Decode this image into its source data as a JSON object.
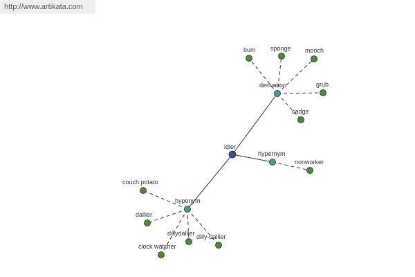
{
  "banner": {
    "url": "http://www.artikata.com"
  },
  "colors": {
    "root": "#3e4f8e",
    "category": "#4e9a9a",
    "leaf": "#4d8a3a",
    "edge": "#333333"
  },
  "graph": {
    "nodes": [
      {
        "id": "idler",
        "label": "idler",
        "kind": "root"
      },
      {
        "id": "derivation",
        "label": "derivation",
        "kind": "category"
      },
      {
        "id": "hypernym",
        "label": "hypernym",
        "kind": "category"
      },
      {
        "id": "hyponym",
        "label": "hyponym",
        "kind": "category"
      },
      {
        "id": "bum",
        "label": "bum",
        "kind": "leaf"
      },
      {
        "id": "sponge",
        "label": "sponge",
        "kind": "leaf"
      },
      {
        "id": "mooch",
        "label": "mooch",
        "kind": "leaf"
      },
      {
        "id": "grub",
        "label": "grub",
        "kind": "leaf"
      },
      {
        "id": "cadge",
        "label": "cadge",
        "kind": "leaf"
      },
      {
        "id": "nonworker",
        "label": "nonworker",
        "kind": "leaf"
      },
      {
        "id": "couch-potato",
        "label": "couch potato",
        "kind": "leaf"
      },
      {
        "id": "dallier",
        "label": "dallier",
        "kind": "leaf"
      },
      {
        "id": "dillydallier",
        "label": "dillydallier",
        "kind": "leaf"
      },
      {
        "id": "dilly-dallier",
        "label": "dilly-dallier",
        "kind": "leaf"
      },
      {
        "id": "clock-watcher",
        "label": "clock watcher",
        "kind": "leaf"
      }
    ],
    "edges": [
      {
        "from": "idler",
        "to": "derivation",
        "style": "solid"
      },
      {
        "from": "idler",
        "to": "hypernym",
        "style": "solid"
      },
      {
        "from": "idler",
        "to": "hyponym",
        "style": "solid"
      },
      {
        "from": "derivation",
        "to": "bum",
        "style": "dashed"
      },
      {
        "from": "derivation",
        "to": "sponge",
        "style": "dashed"
      },
      {
        "from": "derivation",
        "to": "mooch",
        "style": "dashed"
      },
      {
        "from": "derivation",
        "to": "grub",
        "style": "dashed"
      },
      {
        "from": "derivation",
        "to": "cadge",
        "style": "dashed"
      },
      {
        "from": "hypernym",
        "to": "nonworker",
        "style": "dashed"
      },
      {
        "from": "hyponym",
        "to": "couch-potato",
        "style": "dashed"
      },
      {
        "from": "hyponym",
        "to": "dallier",
        "style": "dashed"
      },
      {
        "from": "hyponym",
        "to": "dillydallier",
        "style": "dashed"
      },
      {
        "from": "hyponym",
        "to": "dilly-dallier",
        "style": "dashed"
      },
      {
        "from": "hyponym",
        "to": "clock-watcher",
        "style": "dashed"
      }
    ]
  }
}
